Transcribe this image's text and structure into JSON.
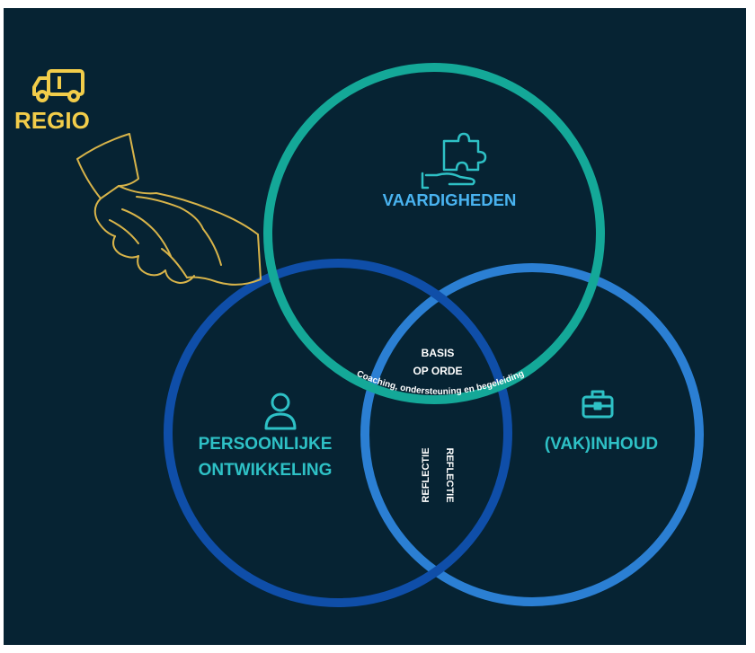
{
  "colors": {
    "background": "#062333",
    "skills_ring": "#14a898",
    "personal_ring": "#0f4ea8",
    "content_ring": "#2b7fd3",
    "label_blue": "#49b3f0",
    "label_teal": "#2ec1c6",
    "regio_yellow": "#f2cd4a",
    "white": "#ffffff"
  },
  "regio": {
    "label": "REGIO",
    "icon": "truck-icon",
    "illustration": "handshake-icon"
  },
  "circles": {
    "skills": {
      "label": "VAARDIGHEDEN",
      "icon": "puzzle-hand-icon"
    },
    "personal": {
      "label_line1": "PERSOONLIJKE",
      "label_line2": "ONTWIKKELING",
      "icon": "person-icon"
    },
    "content": {
      "label": "(VAK)INHOUD",
      "icon": "briefcase-icon"
    }
  },
  "center": {
    "line1": "BASIS",
    "line2": "OP ORDE"
  },
  "arc_text": "Coaching, ondersteuning en begeleiding",
  "reflection": {
    "left": "REFLECTIE",
    "right": "REFLECTIE"
  }
}
